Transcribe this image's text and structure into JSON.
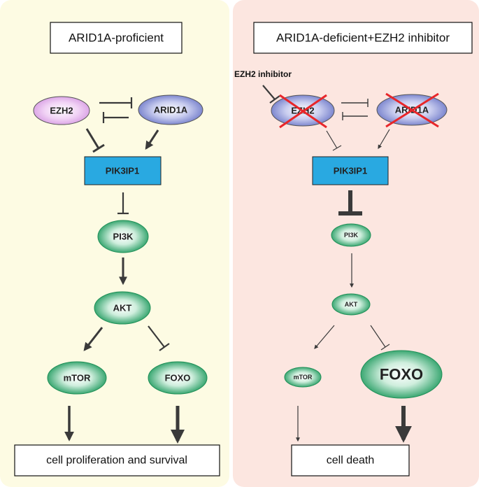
{
  "panels": {
    "left": {
      "title": "ARID1A-proficient",
      "nodes": {
        "ezh2": "EZH2",
        "arid1a": "ARID1A",
        "pik3ip1": "PIK3IP1",
        "pi3k": "PI3K",
        "akt": "AKT",
        "mtor": "mTOR",
        "foxo": "FOXO"
      },
      "outcome": "cell proliferation and survival"
    },
    "right": {
      "title": "ARID1A-deficient+EZH2 inhibitor",
      "inhibitor_label": "EZH2 inhibitor",
      "nodes": {
        "ezh2": "EZH2",
        "arid1a": "ARID1A",
        "pik3ip1": "PIK3IP1",
        "pi3k": "PI3K",
        "akt": "AKT",
        "mtor": "mTOR",
        "foxo": "FOXO"
      },
      "outcome": "cell death"
    }
  },
  "colors": {
    "left_panel_bg": "#fdfbe3",
    "right_panel_bg": "#fce6e0",
    "pik3ip1_fill": "#29a9e1",
    "cross_mark": "#e8262a",
    "ezh2_fill": "#e5b3ee",
    "arid1a_fill": "#9ea6dd",
    "pathway_node_fill": "#2aa46a",
    "arrow": "#3a3a3a"
  }
}
